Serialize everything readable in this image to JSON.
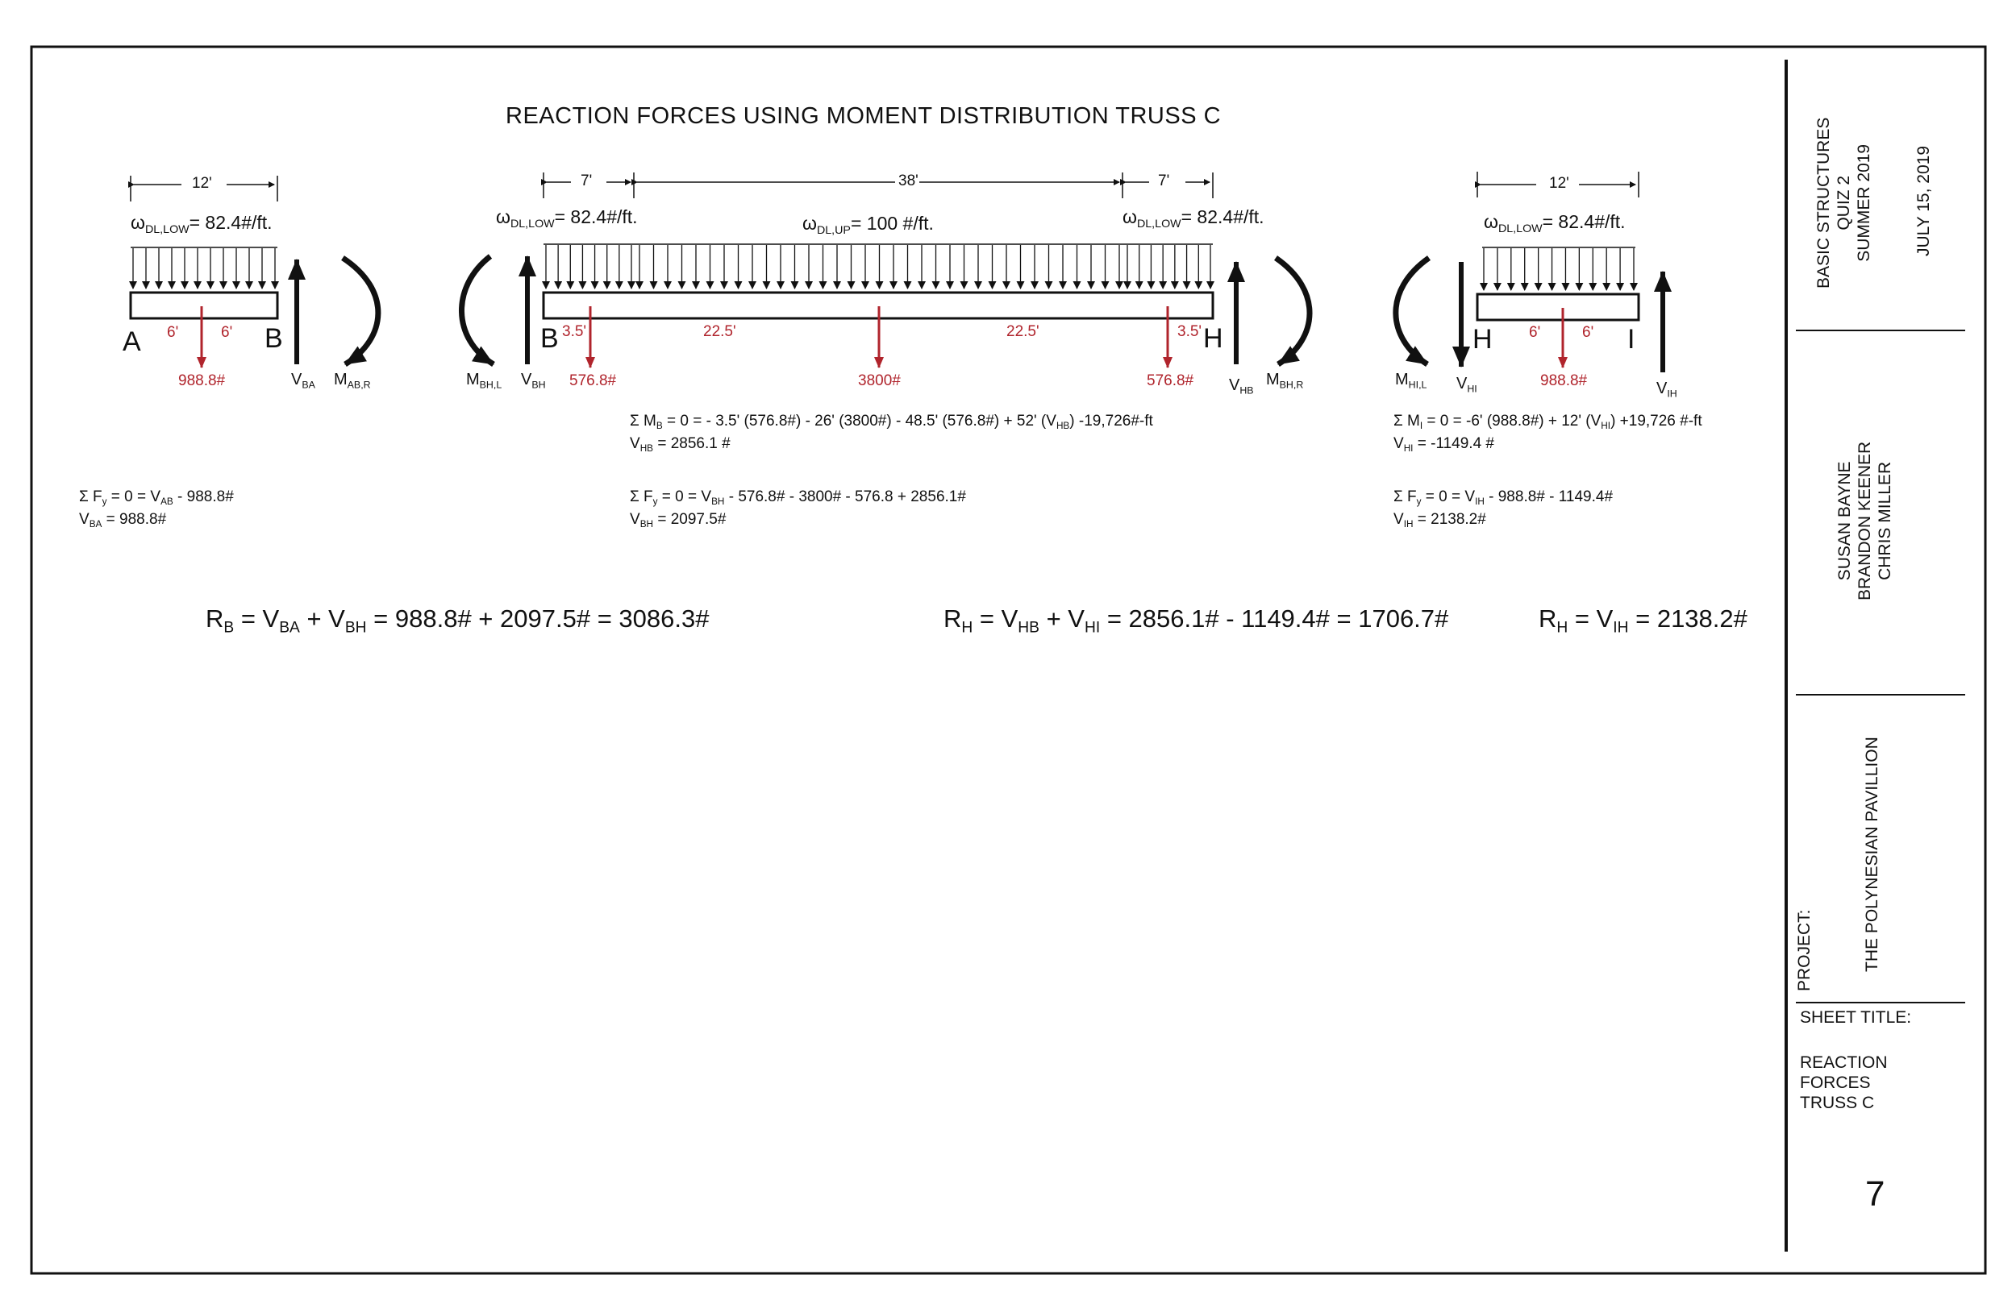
{
  "sheet_title": "REACTION FORCES USING MOMENT DISTRIBUTION TRUSS C",
  "beam_ab": {
    "span_dim": "12'",
    "load_sym": "ω",
    "load_sub": "DL,LOW",
    "load_val": "= 82.4#/ft.",
    "node_left": "A",
    "node_right": "B",
    "seg_left": "6'",
    "seg_right": "6'",
    "point_load": "988.8#",
    "v_label": "V",
    "v_sub": "BA",
    "m_label": "M",
    "m_sub": "AB,R"
  },
  "beam_bh": {
    "dim_left": "7'",
    "dim_mid": "38'",
    "dim_right": "7'",
    "load_left_sym": "ω",
    "load_left_sub": "DL,LOW",
    "load_left_val": "= 82.4#/ft.",
    "load_mid_sym": "ω",
    "load_mid_sub": "DL,UP",
    "load_mid_val": "= 100 #/ft.",
    "load_right_sym": "ω",
    "load_right_sub": "DL,LOW",
    "load_right_val": "= 82.4#/ft.",
    "node_left": "B",
    "node_right": "H",
    "seg_1": "3.5'",
    "seg_2": "22.5'",
    "seg_3": "22.5'",
    "seg_4": "3.5'",
    "point_load_1": "576.8#",
    "point_load_2": "3800#",
    "point_load_3": "576.8#",
    "m_left": "M",
    "m_left_sub": "BH,L",
    "v_left": "V",
    "v_left_sub": "BH",
    "v_right": "V",
    "v_right_sub": "HB",
    "m_right": "M",
    "m_right_sub": "BH,R"
  },
  "beam_hi": {
    "span_dim": "12'",
    "load_sym": "ω",
    "load_sub": "DL,LOW",
    "load_val": "= 82.4#/ft.",
    "node_left": "H",
    "node_right": "I",
    "seg_left": "6'",
    "seg_right": "6'",
    "point_load": "988.8#",
    "m_label": "M",
    "m_sub": "HI,L",
    "v_left": "V",
    "v_left_sub": "HI",
    "v_right": "V",
    "v_right_sub": "IH"
  },
  "equations": {
    "ab_sum_fy": {
      "a": "Σ F",
      "a_sub": "y",
      "b": " = 0 = V",
      "b_sub": "AB",
      "c": " - 988.8#"
    },
    "ab_result": {
      "a": "V",
      "a_sub": "BA",
      "b": " = 988.8#"
    },
    "bh_sum_m": {
      "a": "Σ M",
      "a_sub": "B",
      "b": " = 0 = - 3.5' (576.8#) - 26' (3800#) - 48.5' (576.8#) + 52' (V",
      "b_sub": "HB",
      "c": ") -19,726#-ft"
    },
    "bh_result_1": {
      "a": "V",
      "a_sub": "HB",
      "b": " = 2856.1 #"
    },
    "bh_sum_fy": {
      "a": "Σ F",
      "a_sub": "y",
      "b": " = 0 = V",
      "b_sub": "BH",
      "c": " - 576.8# - 3800# - 576.8 + 2856.1#"
    },
    "bh_result_2": {
      "a": "V",
      "a_sub": "BH",
      "b": " = 2097.5#"
    },
    "hi_sum_m": {
      "a": "Σ M",
      "a_sub": "I",
      "b": " = 0 = -6' (988.8#) + 12' (V",
      "b_sub": "HI",
      "c": ") +19,726 #-ft"
    },
    "hi_result_1": {
      "a": "V",
      "a_sub": "HI",
      "b": " = -1149.4 #"
    },
    "hi_sum_fy": {
      "a": "Σ F",
      "a_sub": "y",
      "b": " = 0 = V",
      "b_sub": "IH",
      "c": " - 988.8# - 1149.4#"
    },
    "hi_result_2": {
      "a": "V",
      "a_sub": "IH",
      "b": " = 2138.2#"
    }
  },
  "reactions": {
    "rb": {
      "a": "R",
      "a_sub": "B",
      "b": " = V",
      "b_sub": "BA",
      "c": " + V",
      "c_sub": "BH",
      "d": " = 988.8# + 2097.5# = 3086.3#"
    },
    "rh1": {
      "a": "R",
      "a_sub": "H",
      "b": " = V",
      "b_sub": "HB",
      "c": " + V",
      "c_sub": "HI",
      "d": " = 2856.1# - 1149.4# = 1706.7#"
    },
    "rh2": {
      "a": "R",
      "a_sub": "H",
      "b": " = V",
      "b_sub": "IH",
      "c": " = 2138.2#"
    }
  },
  "title_block": {
    "course_1": "BASIC STRUCTURES",
    "course_2": "QUIZ 2",
    "course_3": "SUMMER 2019",
    "date": "JULY 15, 2019",
    "author_1": "SUSAN BAYNE",
    "author_2": "BRANDON KEENER",
    "author_3": "CHRIS MILLER",
    "project_label": "PROJECT:",
    "project_name": "THE POLYNESIAN PAVILLION",
    "sheet_title_label": "SHEET TITLE:",
    "sheet_title_1": "REACTION",
    "sheet_title_2": "FORCES",
    "sheet_title_3": "TRUSS C",
    "sheet_number": "7"
  },
  "colors": {
    "ink": "#111111",
    "load_red": "#b0242c"
  }
}
